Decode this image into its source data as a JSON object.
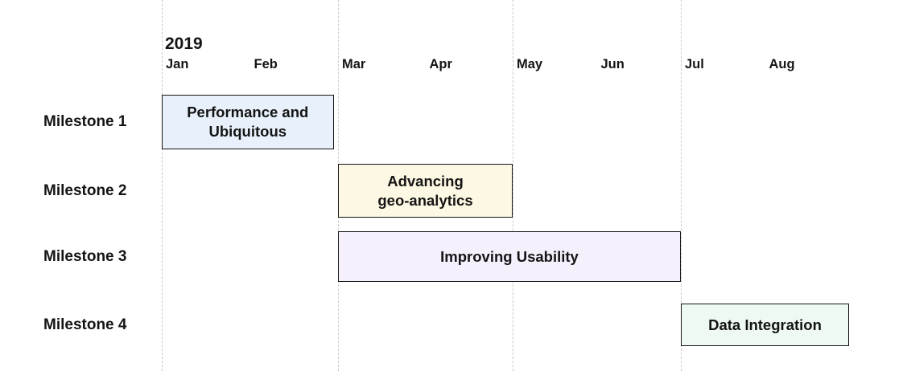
{
  "chart_data": {
    "type": "gantt",
    "title": "2019",
    "x_axis": {
      "unit": "month",
      "tick_labels": [
        "Jan",
        "Feb",
        "Mar",
        "Apr",
        "May",
        "Jun",
        "Jul",
        "Aug"
      ],
      "gridlines_at": [
        "Jan",
        "Mar",
        "May",
        "Jul"
      ],
      "grid_style": "vertical-dashed"
    },
    "legend": "none",
    "rows": [
      {
        "label": "Milestone 1",
        "task": "Performance and Ubiquitous",
        "task_lines": [
          "Performance and",
          "Ubiquitous"
        ],
        "start_month": "Jan",
        "end_month": "Feb",
        "start_index": 0,
        "end_index": 1.95,
        "fill": "#e8f1fb"
      },
      {
        "label": "Milestone 2",
        "task": "Advancing geo-analytics",
        "task_lines": [
          "Advancing",
          "geo-analytics"
        ],
        "start_month": "Mar",
        "end_month": "Apr",
        "start_index": 2,
        "end_index": 4,
        "fill": "#fdf8e3"
      },
      {
        "label": "Milestone 3",
        "task": "Improving Usability",
        "task_lines": [
          "Improving Usability"
        ],
        "start_month": "Mar",
        "end_month": "Jun",
        "start_index": 2,
        "end_index": 6,
        "fill": "#f6effc"
      },
      {
        "label": "Milestone 4",
        "task": "Data Integration",
        "task_lines": [
          "Data Integration"
        ],
        "start_month": "Jul",
        "end_month": "Aug",
        "start_index": 6,
        "end_index": 8,
        "fill": "#eef9f1"
      }
    ],
    "colors": {
      "background": "#ffffff",
      "bar_border": "#141414",
      "gridline": "#c9c9c9",
      "text": "#141414"
    }
  }
}
